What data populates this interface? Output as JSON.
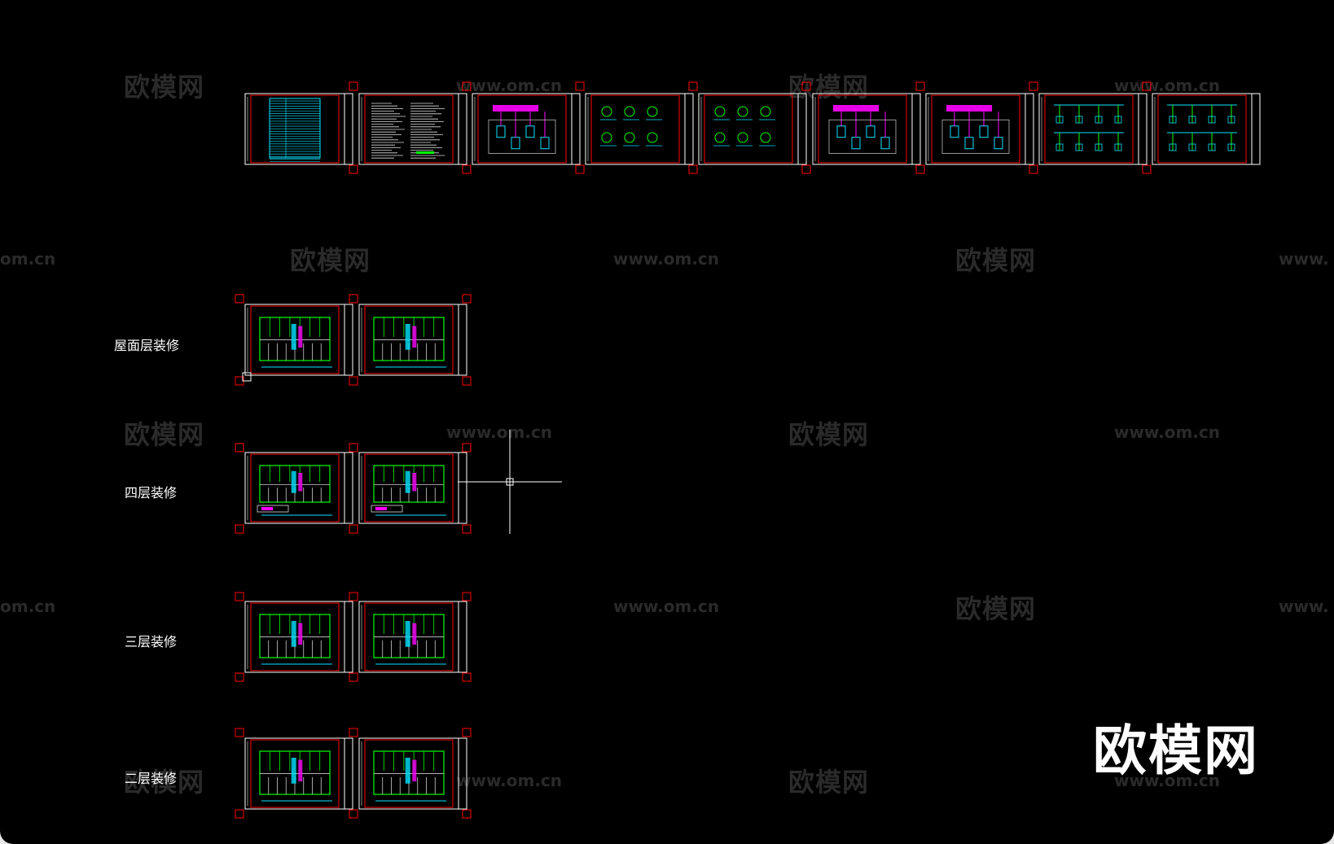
{
  "layer_labels": {
    "roof": "屋面层装修",
    "floor4": "四层装修",
    "floor3": "三层装修",
    "floor2": "二层装修"
  },
  "watermark": {
    "cn": "欧模网",
    "url": "www.om.cn",
    "url_cut_left": "om.cn",
    "url_cut_right": "www.",
    "url_cut_mid": "www.om.cn"
  },
  "brand": "欧模网",
  "colors": {
    "background": "#000000",
    "frame": "#ffffff",
    "grip": "#ff0000",
    "cyan": "#00e5ff",
    "green": "#00ff00",
    "magenta": "#ff00ff"
  }
}
